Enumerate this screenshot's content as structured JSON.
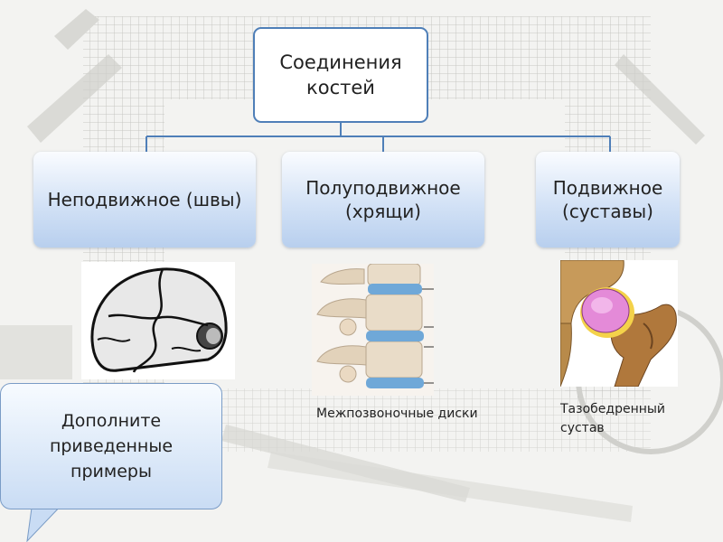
{
  "root": {
    "label": "Соединения костей"
  },
  "children": [
    {
      "label": "Неподвижное (швы)"
    },
    {
      "label": "Полуподвижное (хрящи)"
    },
    {
      "label": "Подвижное (суставы)"
    }
  ],
  "captions": {
    "spine": "Межпозвоночные диски",
    "hip": "Тазобедренный сустав"
  },
  "callout": {
    "text": "Дополните приведенные примеры"
  },
  "colors": {
    "root_border": "#4f7fb8",
    "connector": "#4f7fb8",
    "box_gradient_bottom": "#b8cfee",
    "disc_blue": "#6fa8d8",
    "cartilage_pink": "#e48ad8"
  },
  "icons": [
    "skull-illustration",
    "spine-illustration",
    "hip-joint-illustration"
  ]
}
